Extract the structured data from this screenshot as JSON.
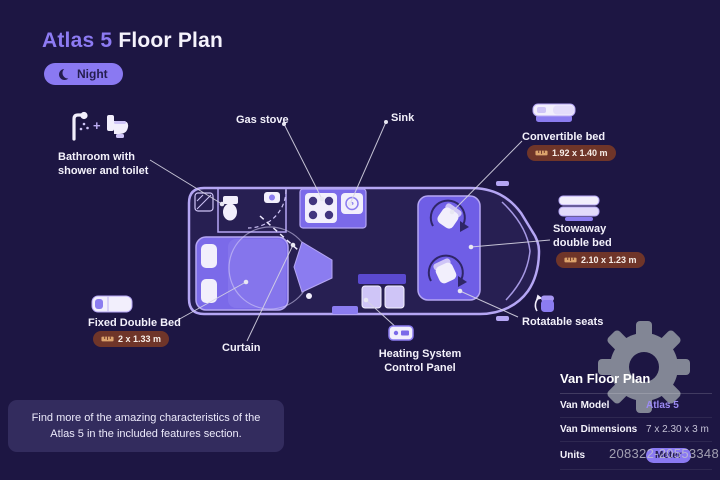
{
  "title": {
    "brand": "Atlas 5",
    "rest": "Floor Plan"
  },
  "mode": {
    "label": "Night"
  },
  "callouts": {
    "bathroom": {
      "label": "Bathroom with shower and toilet"
    },
    "gas_stove": {
      "label": "Gas stove"
    },
    "sink": {
      "label": "Sink"
    },
    "convertible_bed": {
      "label": "Convertible bed",
      "dimensions": "1.92 x 1.40 m"
    },
    "stowaway_bed": {
      "label": "Stowaway double bed",
      "dimensions": "2.10 x 1.23 m"
    },
    "rotatable_seats": {
      "label": "Rotatable seats"
    },
    "fixed_bed": {
      "label": "Fixed Double Bed",
      "dimensions": "2 x 1.33 m"
    },
    "curtain": {
      "label": "Curtain"
    },
    "heating_panel": {
      "label": "Heating System Control Panel"
    }
  },
  "note": {
    "text": "Find more of the amazing characteristics of the Atlas 5 in the included features section."
  },
  "spec": {
    "title": "Van Floor Plan",
    "rows": [
      {
        "label": "Van Model",
        "value": "Atlas 5"
      },
      {
        "label": "Van Dimensions",
        "value": "7 x 2.30 x 3 m"
      },
      {
        "label": "Units",
        "value": "Meter"
      }
    ]
  },
  "watermark": {
    "text": "208322-20553348"
  },
  "icons": {
    "moon-icon": "crescent",
    "ruler-icon": "measuring-ruler",
    "gear-icon": "settings-cog",
    "shower-icon": "handheld-shower",
    "toilet-icon": "toilet-side-view",
    "bed-icon": "bed-illustration",
    "seat-icon": "rotating-seat",
    "heating-panel-icon": "control-panel"
  },
  "colors": {
    "background": "#1d1643",
    "accent": "#8a79f2",
    "badge": "#6f3529",
    "van_outline": "#b5a6f4"
  }
}
